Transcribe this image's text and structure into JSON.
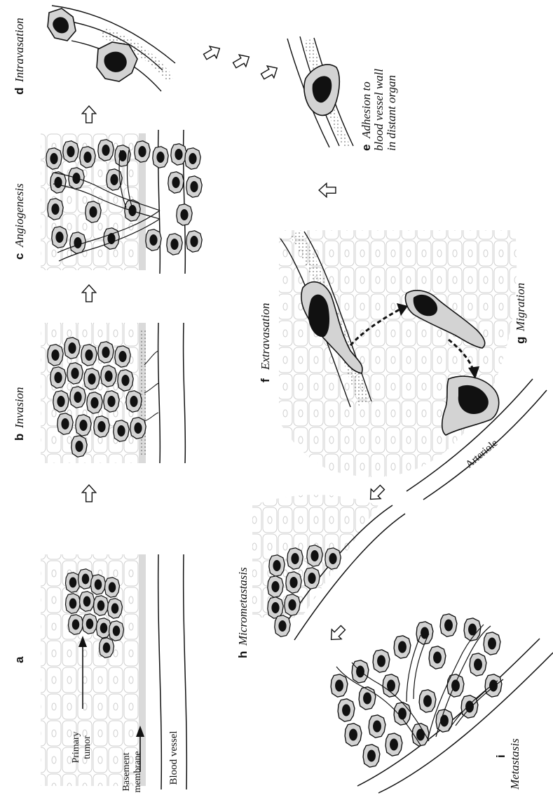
{
  "panels": {
    "a": {
      "letter": "a"
    },
    "b": {
      "letter": "b",
      "title": "Invasion"
    },
    "c": {
      "letter": "c",
      "title": "Angiogenesis"
    },
    "d": {
      "letter": "d",
      "title": "Intravasation"
    },
    "e": {
      "letter": "e",
      "title_lines": [
        "Adhesion to",
        "blood vessel wall",
        "in distant organ"
      ]
    },
    "f": {
      "letter": "f",
      "title": "Extravasation"
    },
    "g": {
      "letter": "g",
      "title": "Migration"
    },
    "h": {
      "letter": "h",
      "title": "Micrometastasis"
    },
    "i": {
      "letter": "i",
      "title": "Metastasis"
    }
  },
  "labels": {
    "primary_tumor": [
      "Primary",
      "tumor"
    ],
    "basement_membrane": [
      "Basement",
      "membrane"
    ],
    "blood_vessel": "Blood vessel",
    "arteriole": "Arteriole"
  },
  "colors": {
    "cell_fill": "#d3d3d3",
    "nucleus": "#111111",
    "tissue_line": "#cfcfcf",
    "basement": "#dadada"
  }
}
